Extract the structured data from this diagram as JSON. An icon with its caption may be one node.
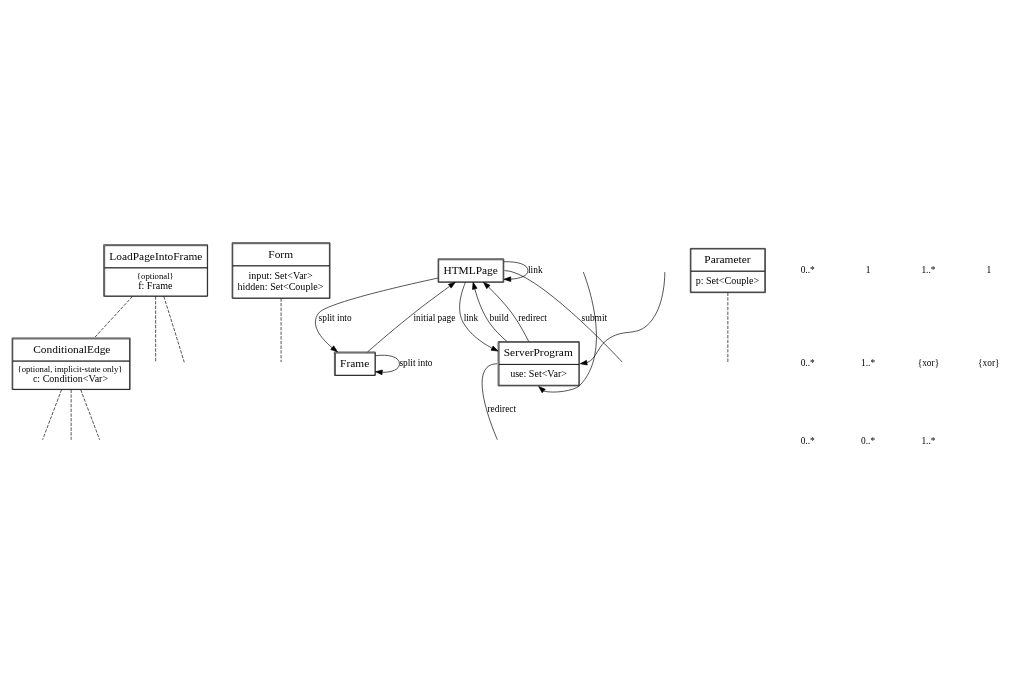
{
  "diagram": {
    "nodes": [
      {
        "text": [
          "LoadPageIntoFrame",
          "{optional}",
          "f: Frame"
        ]
      },
      {
        "text": [
          "Form",
          "input: Set<Var>",
          "hidden: Set<Couple>"
        ]
      },
      {
        "text": [
          "HTMLPage"
        ]
      },
      {
        "text": [
          "ConditionalEdge",
          "{optional, implicit-state only}",
          "c: Condition<Var>"
        ]
      },
      {
        "text": [
          "Frame"
        ]
      },
      {
        "text": [
          "Parameter",
          "p: Set<Couple>"
        ]
      },
      {
        "text": [
          "ServerProgram",
          "use: Set<Var>"
        ]
      }
    ],
    "edges": [
      {
        "from": 2,
        "to": 2,
        "arrow": "to",
        "label": "link"
      },
      {
        "from": 2,
        "to": null,
        "arrow": "none",
        "label": "submit"
      },
      {
        "from": 2,
        "to": 4,
        "arrow": "to",
        "label": "split into"
      },
      {
        "from": 4,
        "to": 4,
        "arrow": "to",
        "label": "split into"
      },
      {
        "from": 4,
        "to": 2,
        "arrow": "to",
        "label": "initial page"
      },
      {
        "from": 6,
        "to": 2,
        "arrow": "to",
        "label": "build"
      },
      {
        "from": 6,
        "to": 2,
        "arrow": "to",
        "label": "redirect"
      },
      {
        "from": 2,
        "to": 6,
        "arrow": "to",
        "label": "link"
      },
      {
        "from": null,
        "to": 6,
        "arrow": "to"
      },
      {
        "from": null,
        "to": 6,
        "arrow": "to"
      },
      {
        "from": 6,
        "to": null,
        "arrow": "none",
        "label": "redirect"
      },
      {
        "from": 0,
        "to": 3,
        "arrow": "none",
        "style": "dashed"
      },
      {
        "from": 0,
        "to": null,
        "arrow": "none",
        "style": "dashed"
      },
      {
        "from": 0,
        "to": null,
        "arrow": "none",
        "style": "dashed"
      },
      {
        "from": 3,
        "to": null,
        "arrow": "none",
        "style": "dashed"
      },
      {
        "from": 3,
        "to": null,
        "arrow": "none",
        "style": "dashed"
      },
      {
        "from": 3,
        "to": null,
        "arrow": "none",
        "style": "dashed"
      },
      {
        "from": 1,
        "to": null,
        "arrow": "none",
        "style": "dashed"
      },
      {
        "from": 5,
        "to": null,
        "arrow": "none",
        "style": "dashed"
      }
    ],
    "labels": [
      "0..*",
      "1",
      "1..*",
      "1",
      "0..*",
      "1..*",
      "{xor}",
      "{xor}",
      "0..*",
      "0..*",
      "1..*"
    ]
  }
}
